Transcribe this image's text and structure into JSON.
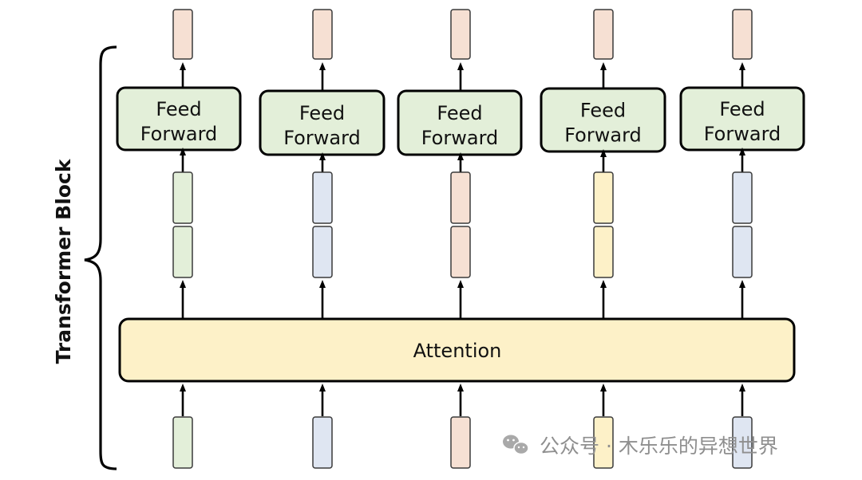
{
  "diagram": {
    "side_label": "Transformer Block",
    "attention_label": "Attention",
    "feed_forward_label_line1": "Feed",
    "feed_forward_label_line2": "Forward",
    "columns": [
      {
        "color": "#e3efd9",
        "inner": [
          "#e3efd9",
          "#e3efd9"
        ],
        "output": "#f6e0d3"
      },
      {
        "color": "#dfe6f2",
        "inner": [
          "#dfe6f2",
          "#dfe6f2"
        ],
        "output": "#f6e0d3"
      },
      {
        "color": "#f6e0d3",
        "inner": [
          "#f6e0d3",
          "#f6e0d3"
        ],
        "output": "#f6e0d3"
      },
      {
        "color": "#fdf1c8",
        "inner": [
          "#fdf1c8",
          "#fdf1c8"
        ],
        "output": "#f6e0d3"
      },
      {
        "color": "#dfe6f2",
        "inner": [
          "#dfe6f2",
          "#dfe6f2"
        ],
        "output": "#f6e0d3"
      }
    ],
    "colors": {
      "feed_forward_fill": "#e3efd9",
      "attention_fill": "#fdf1c8",
      "stroke": "#000000",
      "token_stroke": "#3a3a3a"
    }
  },
  "watermark": {
    "text": "公众号 · 木乐乐的异想世界",
    "icon": "wechat-icon"
  }
}
